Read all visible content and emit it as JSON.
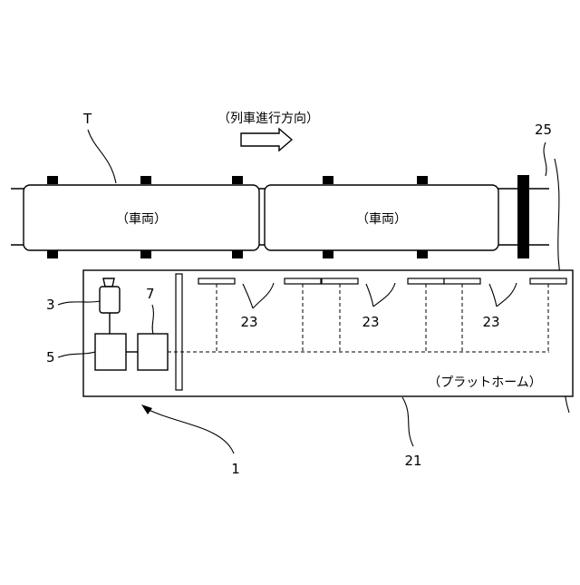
{
  "labels": {
    "direction": "（列車進行方向）",
    "vehicle_1": "（車両）",
    "vehicle_2": "（車両）",
    "platform": "（プラットホーム）"
  },
  "reference_numerals": {
    "train": "T",
    "track_end": "25",
    "camera": "3",
    "processor": "5",
    "unit_7": "7",
    "sensors_1": "23",
    "sensors_2": "23",
    "sensors_3": "23",
    "system": "1",
    "platform": "21"
  }
}
